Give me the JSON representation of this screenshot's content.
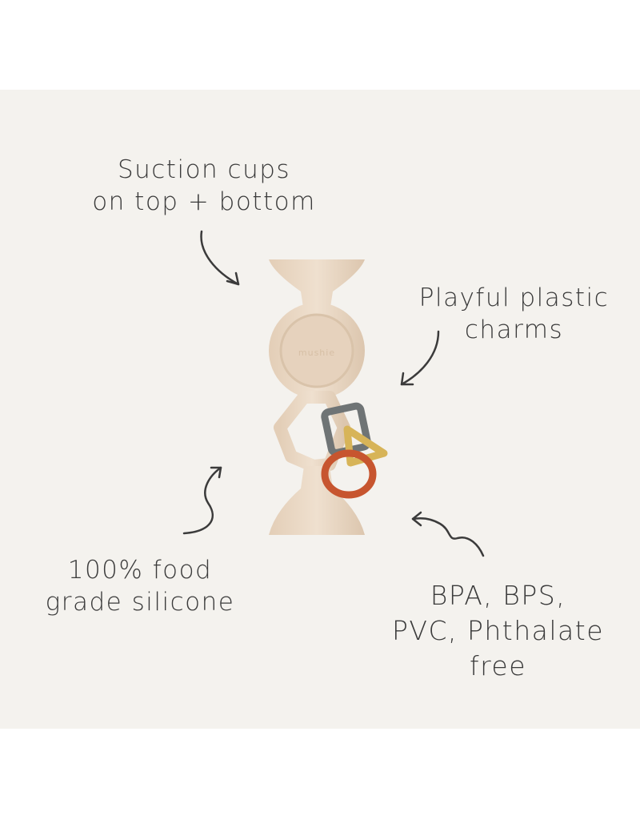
{
  "callouts": {
    "suction": {
      "lines": [
        "Suction cups",
        "on top + bottom"
      ]
    },
    "charms": {
      "lines": [
        "Playful plastic",
        "charms"
      ]
    },
    "silicone": {
      "lines": [
        "100% food",
        "grade silicone"
      ]
    },
    "free": {
      "lines": [
        "BPA, BPS,",
        "PVC, Phthalate",
        "free"
      ]
    }
  },
  "product": {
    "brand_emboss": "mushie",
    "charm_colors": [
      "#6f7475",
      "#d7b458",
      "#c7552f"
    ],
    "body_color": "#ead9c6"
  },
  "colors": {
    "background": "#f4f2ee",
    "ink": "#3b3b3b"
  }
}
